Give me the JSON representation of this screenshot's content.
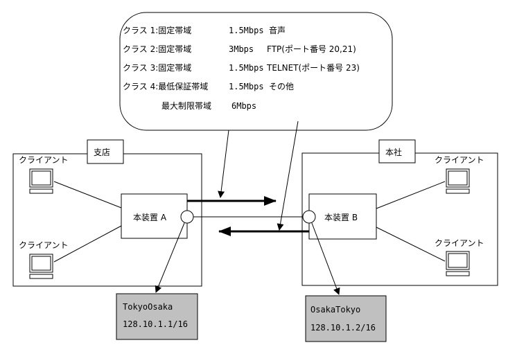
{
  "callout": {
    "lines": [
      {
        "label": "クラス 1:固定帯域",
        "bandwidth": "1.5Mbps",
        "detail": "音声"
      },
      {
        "label": "クラス 2:固定帯域",
        "bandwidth": "3Mbps",
        "detail": "FTP(ポート番号 20,21)"
      },
      {
        "label": "クラス 3:固定帯域",
        "bandwidth": "1.5Mbps",
        "detail": "TELNET(ポート番号 23)"
      },
      {
        "label": "クラス 4:最低保証帯域",
        "bandwidth": "1.5Mbps",
        "detail": "その他"
      },
      {
        "label": "最大制限帯域",
        "bandwidth": "6Mbps",
        "detail": ""
      }
    ]
  },
  "sites": {
    "branch": {
      "name": "支店",
      "device": "本装置 A",
      "clients": [
        "クライアント",
        "クライアント"
      ],
      "route": {
        "name": "TokyoOsaka",
        "address": "128.10.1.1/16"
      }
    },
    "head": {
      "name": "本社",
      "device": "本装置 B",
      "clients": [
        "クライアント",
        "クライアント"
      ],
      "route": {
        "name": "OsakaTokyo",
        "address": "128.10.1.2/16"
      }
    }
  },
  "colors": {
    "line": "#000000",
    "route_box": "#c0c0c0",
    "background": "#ffffff"
  }
}
